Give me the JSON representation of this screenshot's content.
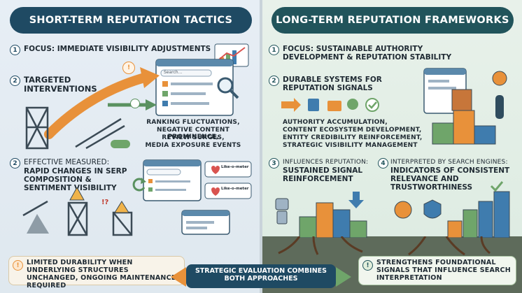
{
  "left": {
    "title": "SHORT-TERM REPUTATION TACTICS",
    "step1": {
      "num": "1",
      "text": "FOCUS: IMMEDIATE VISIBILITY ADJUSTMENTS"
    },
    "step2": {
      "num": "2",
      "title": "TARGETED INTERVENTIONS",
      "items": [
        "RANKING FLUCTUATIONS,",
        "NEGATIVE CONTENT PROMINENCE,",
        "REVIEW SURGES,",
        "MEDIA EXPOSURE EVENTS"
      ]
    },
    "step3": {
      "num": "2",
      "lead": "EFFECTIVE MEASURED:",
      "text": "RAPID CHANGES IN SERP COMPOSITION & SENTIMENT VISIBILITY"
    },
    "search_placeholder": "Search...",
    "like_label": "Like-o-meter",
    "warning": "LIMITED DURABILITY WHEN UNDERLYING STRUCTURES UNCHANGED, ONGOING MAINTENANCE REQUIRED",
    "warning_icon": "!",
    "alert_icon": "!",
    "q_marks": "!?"
  },
  "right": {
    "title": "LONG-TERM REPUTATION FRAMEWORKS",
    "step1": {
      "num": "1",
      "text": "FOCUS: SUSTAINABLE AUTHORITY DEVELOPMENT & REPUTATION STABILITY"
    },
    "step2": {
      "num": "2",
      "title": "DURABLE SYSTEMS FOR REPUTATION SIGNALS",
      "items": [
        "AUTHORITY ACCUMULATION,",
        "CONTENT ECOSYSTEM DEVELOPMENT,",
        "ENTITY CREDIBILITY REINFORCEMENT,",
        "STRATEGIC VISIBILITY MANAGEMENT"
      ]
    },
    "step3": {
      "num": "3",
      "lead": "INFLUENCES REPUTATION:",
      "text": "SUSTAINED SIGNAL REINFORCEMENT"
    },
    "step4": {
      "num": "4",
      "lead": "INTERPRETED BY SEARCH ENGINES:",
      "text": "INDICATORS OF CONSISTENT RELEVANCE AND TRUSTWORTHINESS"
    },
    "foundation": "STRENGTHENS FOUNDATIONAL SIGNALS THAT INFLUENCE SEARCH INTERPRETATION",
    "foundation_icon": "!"
  },
  "center": {
    "text": "STRATEGIC EVALUATION COMBINES BOTH APPROACHES"
  },
  "colors": {
    "left_banner": "#1f4a63",
    "right_banner": "#21545b",
    "orange": "#e8913a",
    "green": "#6fa56a",
    "blue": "#3f7cae"
  },
  "icons": [
    "alert-icon",
    "search-icon",
    "magnifier-icon",
    "heart-icon",
    "thumbs-up-icon",
    "warning-icon",
    "robot-icon",
    "gear-icon",
    "checkmark-icon",
    "medal-icon",
    "shield-icon",
    "document-icon",
    "folder-icon",
    "cube-icon"
  ]
}
